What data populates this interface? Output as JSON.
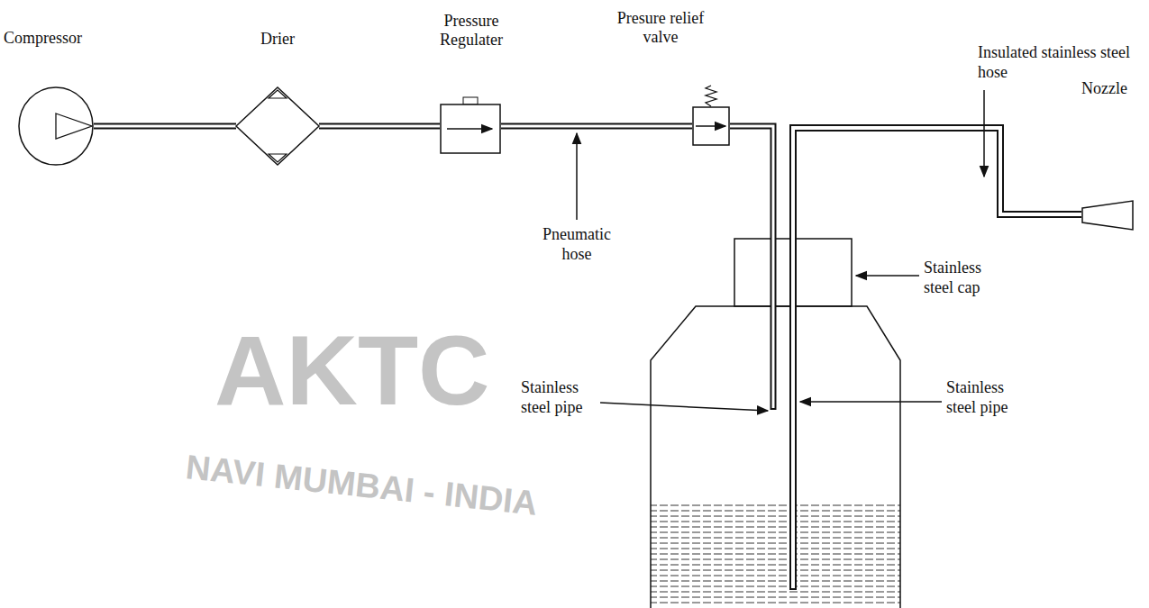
{
  "diagram": {
    "nodes": [
      {
        "text": [
          "Compressor"
        ]
      },
      {
        "text": [
          "Drier"
        ]
      },
      {
        "text": [
          "Pressure Regulater"
        ]
      },
      {
        "text": [
          "Presure relief valve"
        ]
      },
      {
        "text": [
          "Nozzle"
        ]
      }
    ],
    "edges": [
      {
        "from": 0,
        "to": 1,
        "arrow": "none"
      },
      {
        "from": 1,
        "to": 2,
        "arrow": "none"
      },
      {
        "from": 2,
        "to": 3,
        "arrow": "none"
      }
    ],
    "labels": [
      "Pneumatic hose",
      "Stainless steel cap",
      "Stainless steel pipe",
      "Stainless steel pipe",
      "Insulated stainless steel hose",
      "AKTC",
      "NAVI MUMBAI - INDIA"
    ]
  }
}
